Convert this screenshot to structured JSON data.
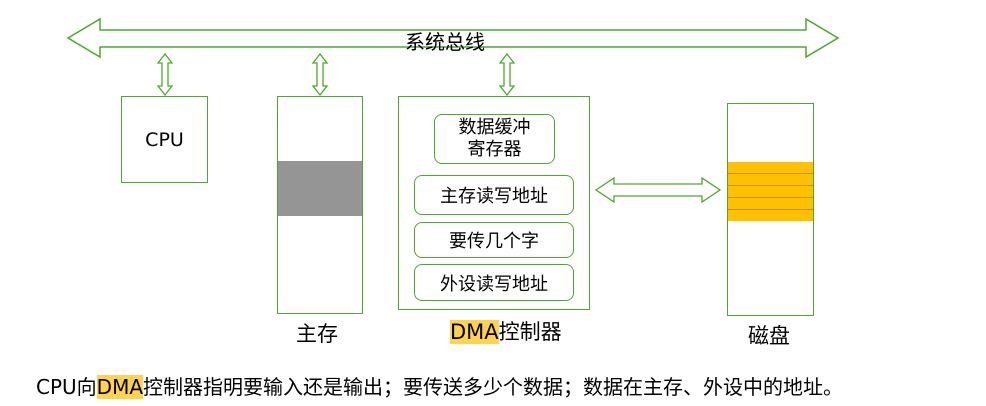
{
  "bus": {
    "label": "系统总线"
  },
  "cpu": {
    "label": "CPU"
  },
  "memory": {
    "label": "主存"
  },
  "dma": {
    "label_prefix": "DMA",
    "label_suffix": "控制器",
    "registers": [
      {
        "line1": "数据缓冲",
        "line2": "寄存器"
      },
      {
        "line1": "主存读写地址"
      },
      {
        "line1": "要传几个字"
      },
      {
        "line1": "外设读写地址"
      }
    ]
  },
  "disk": {
    "label": "磁盘"
  },
  "caption": {
    "part1": "CPU向",
    "part2": "DMA",
    "part3": "控制器指明要输入还是输出；要传送多少个数据；数据在主存、外设中的地址。"
  },
  "colors": {
    "outline": "#4ea72e",
    "memory_block": "#959595",
    "disk_block": "#ffc000",
    "highlight": "#ffd34d"
  }
}
